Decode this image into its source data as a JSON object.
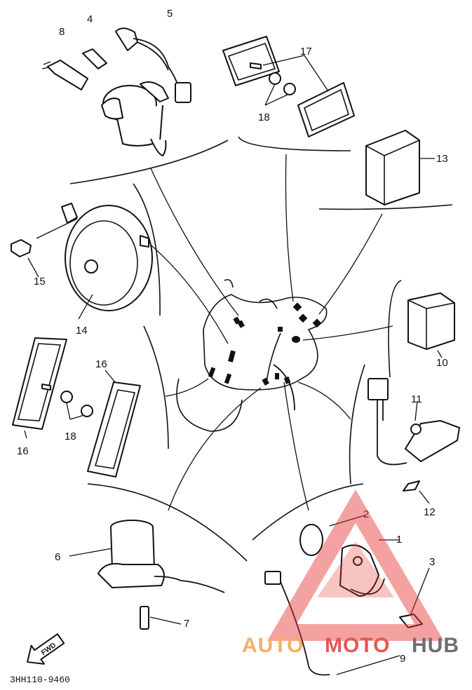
{
  "diagram": {
    "part_code": "3HH110-9460",
    "fwd_label": "FWD",
    "callouts": [
      "1",
      "2",
      "3",
      "4",
      "5",
      "6",
      "7",
      "8",
      "9",
      "10",
      "11",
      "12",
      "13",
      "14",
      "15",
      "16",
      "16",
      "17",
      "18",
      "18"
    ]
  },
  "watermark": {
    "text_left": "AUTO",
    "text_mid": "MOTO",
    "text_right": "HUB",
    "color_orange": "#f5a04a",
    "color_red": "#e53935",
    "color_grey": "#555555"
  }
}
